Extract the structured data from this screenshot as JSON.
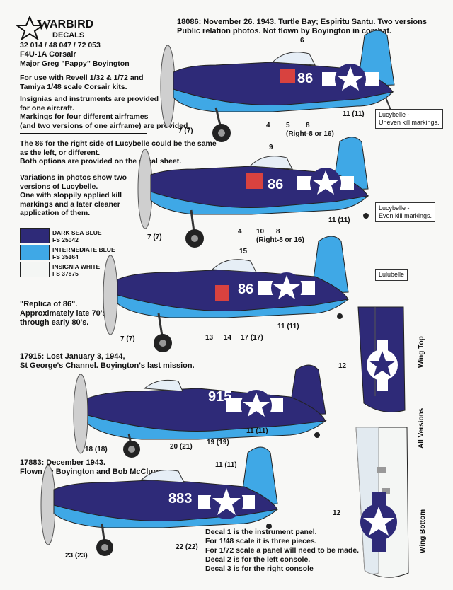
{
  "header": {
    "brand_w": "W",
    "brand_rest": "ARBIRD",
    "brand_sub": "DECALS",
    "product_codes": "32 014 / 48 047 / 72 053",
    "aircraft": "F4U-1A Corsair",
    "pilot": "Major Greg \"Pappy\" Boyington"
  },
  "intro": {
    "kits": [
      "For use with Revell 1/32 & 1/72 and",
      "Tamiya 1/48 scale Corsair kits."
    ],
    "insignia": [
      "Insignias and instruments are provided",
      "for one aircraft.",
      "Markings for four different airframes",
      "(and two versions of one airframe) are provided."
    ],
    "note86": [
      "The 86 for the right side of Lucybelle could be the same",
      "as the left, or different.",
      "Both options are provided on the decal sheet."
    ],
    "variations": [
      "Variations in photos show two",
      "versions of Lucybelle.",
      "One with sloppily applied kill",
      "markings and a later cleaner",
      "application of them."
    ],
    "replica": [
      "\"Replica of 86\".",
      "Approximately late 70's",
      "through early 80's."
    ]
  },
  "colors": [
    {
      "name": "DARK SEA BLUE",
      "fs": "FS 25042",
      "hex": "#2e2a78"
    },
    {
      "name": "INTERMEDIATE BLUE",
      "fs": "FS 35164",
      "hex": "#3fa8e6"
    },
    {
      "name": "INSIGNIA WHITE",
      "fs": "FS 37875",
      "hex": "#f4f6f4"
    }
  ],
  "sections": {
    "s18086": [
      "18086: November 26. 1943.  Turtle Bay; Espiritu Santu.  Two versions",
      "Public relation photos.  Not flown by Boyington in combat."
    ],
    "s17915": [
      "17915: Lost January 3, 1944,",
      "St George's Channel.  Boyington's last mission."
    ],
    "s17883": [
      "17883: December 1943.",
      "Flown by Boyington and Bob McClurg"
    ]
  },
  "callouts": {
    "p1": {
      "n6": "6",
      "n4": "4",
      "n5": "5",
      "n8": "8",
      "right": "(Right-8 or 16)",
      "n11": "11 (11)",
      "n77": "7 (7)",
      "code": "86",
      "box": [
        "Lucybelle -",
        "Uneven kill markings."
      ]
    },
    "p2": {
      "n9": "9",
      "n4": "4",
      "n10": "10",
      "n8": "8",
      "right": "(Right-8 or 16)",
      "n11": "11 (11)",
      "n77": "7 (7)",
      "code": "86",
      "box": [
        "Lucybelle -",
        "Even kill markings."
      ]
    },
    "p3": {
      "n15": "15",
      "n13": "13",
      "n14": "14",
      "n17": "17 (17)",
      "n11": "11 (11)",
      "n77": "7 (7)",
      "code": "86",
      "box": [
        "Lulubelle"
      ]
    },
    "p4": {
      "n12": "12",
      "n18": "18 (18)",
      "n20": "20 (21)",
      "n19": "19 (19)",
      "n11": "11 (11)",
      "code": "915"
    },
    "p5": {
      "n11": "11 (11)",
      "n12": "12",
      "n22": "22 (22)",
      "n23": "23 (23)",
      "code": "883"
    }
  },
  "wing": {
    "top": "Wing Top",
    "all": "All Versions",
    "bottom": "Wing Bottom"
  },
  "decals": [
    "Decal 1 is the instrument panel.",
    "For 1/48 scale it is three pieces.",
    "For 1/72 scale a panel will need to be made.",
    "Decal 2 is for the left console.",
    "Decal 3 is for the right console"
  ]
}
